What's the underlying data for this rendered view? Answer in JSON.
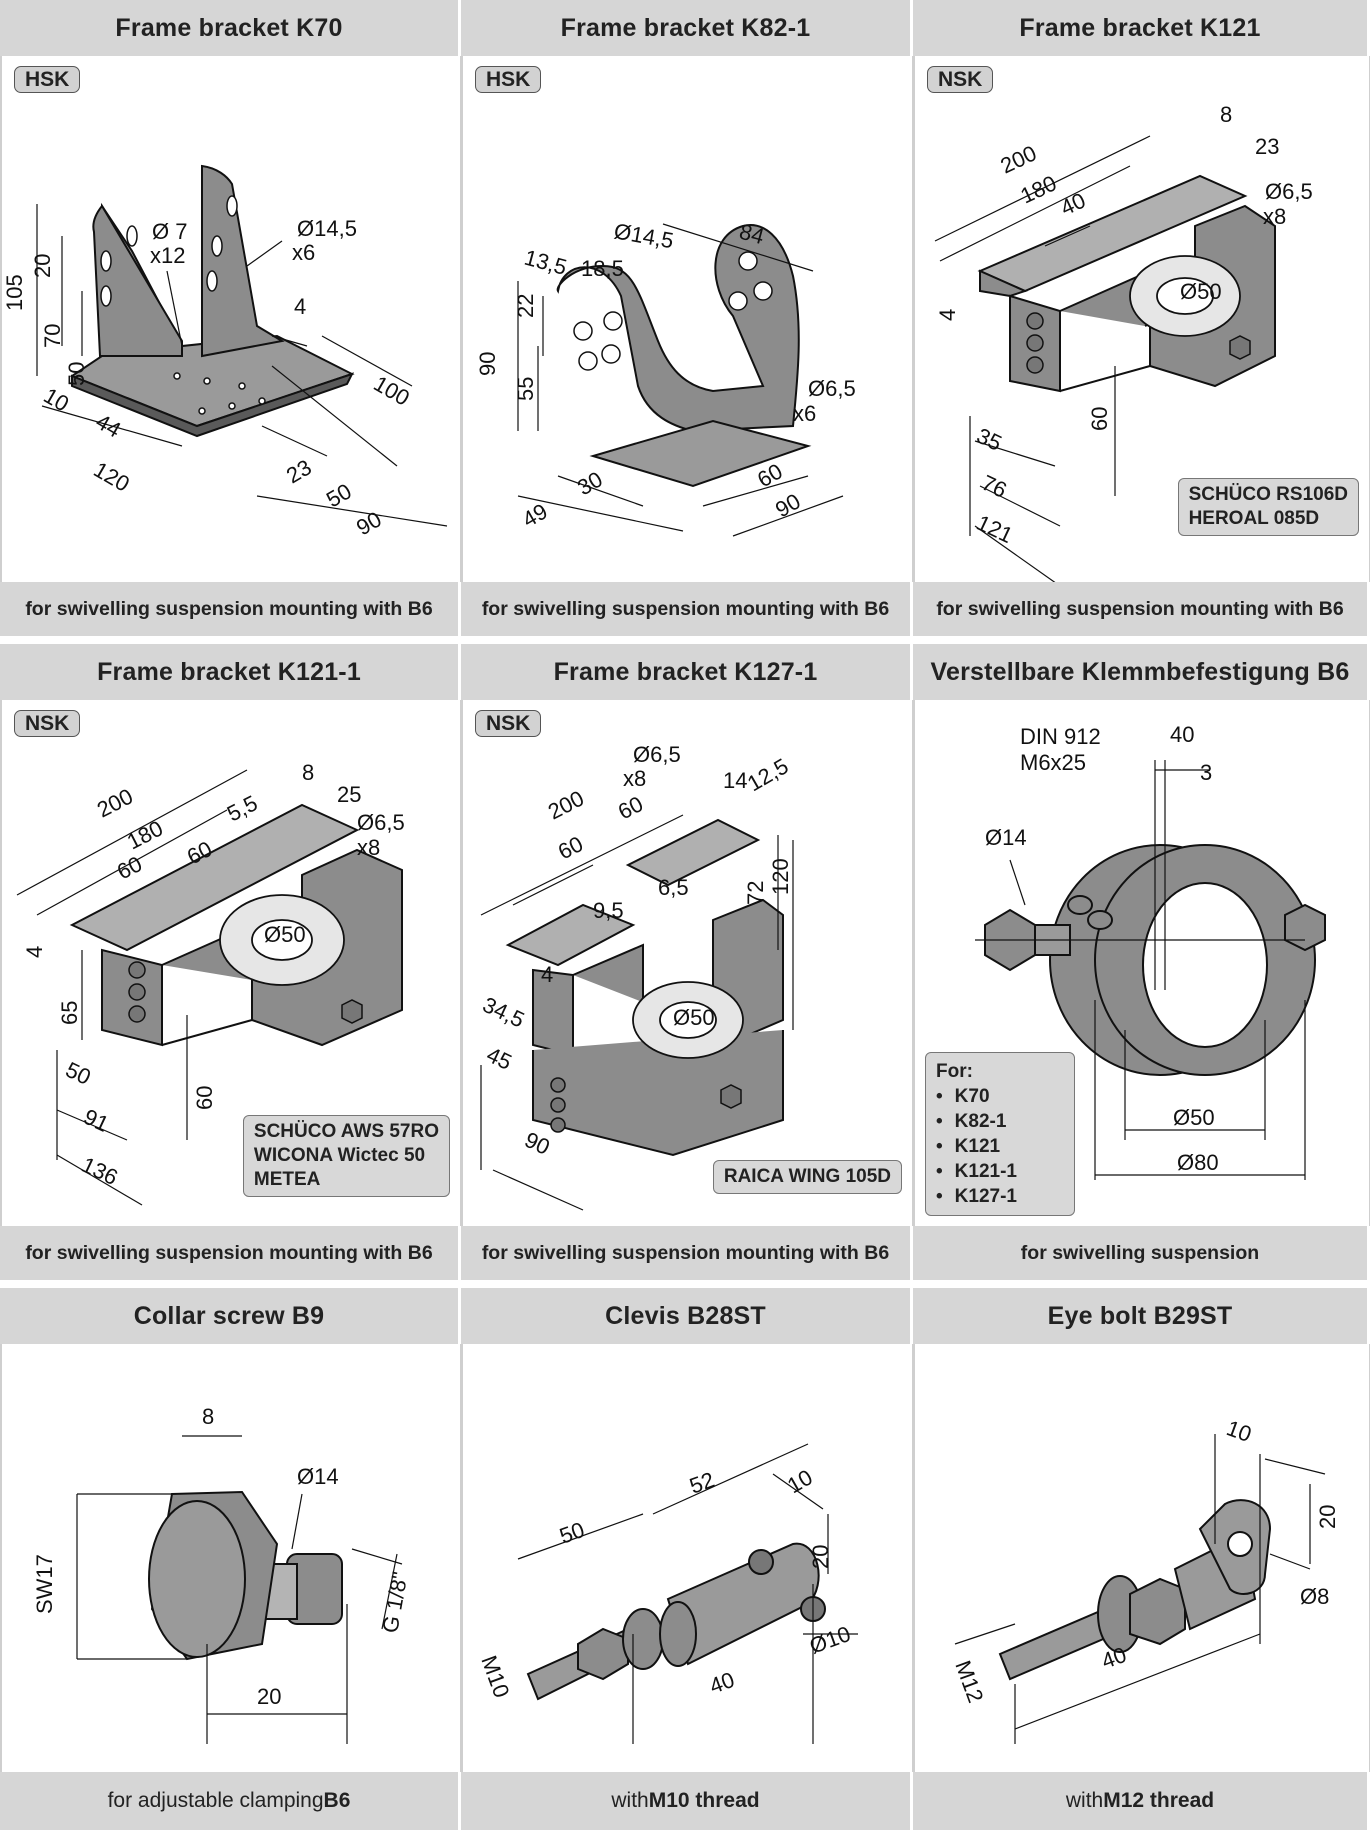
{
  "row1": {
    "headers": [
      "Frame bracket K70",
      "Frame bracket K82-1",
      "Frame bracket K121"
    ],
    "badges": [
      "HSK",
      "HSK",
      "NSK"
    ],
    "notes": {
      "k121": [
        "SCHÜCO RS106D",
        "HEROAL 085D"
      ]
    },
    "footers": [
      "for swivelling suspension mounting with B6",
      "for swivelling suspension mounting with B6",
      "for swivelling suspension mounting with B6"
    ],
    "dims": {
      "k70": [
        "105",
        "20",
        "70",
        "50",
        "Ø 7",
        "x12",
        "Ø14,5",
        "x6",
        "4",
        "100",
        "10",
        "44",
        "120",
        "23",
        "50",
        "90"
      ],
      "k82": [
        "13,5",
        "18,5",
        "Ø14,5",
        "84",
        "90",
        "22",
        "55",
        "Ø6,5",
        "x6",
        "30",
        "49",
        "60",
        "90"
      ],
      "k121": [
        "200",
        "180",
        "8",
        "23",
        "40",
        "Ø6,5",
        "x8",
        "4",
        "Ø50",
        "35",
        "60",
        "76",
        "121"
      ]
    }
  },
  "row2": {
    "headers": [
      "Frame bracket K121-1",
      "Frame bracket K127-1",
      "Verstellbare Klemmbefestigung B6"
    ],
    "badges": [
      "NSK",
      "NSK"
    ],
    "notes": {
      "k121_1": [
        "SCHÜCO AWS 57RO",
        "WICONA Wictec 50",
        "METEA"
      ],
      "k127_1": [
        "RAICA WING 105D"
      ]
    },
    "for_box": {
      "title": "For:",
      "items": [
        "K70",
        "K82-1",
        "K121",
        "K121-1",
        "K127-1"
      ]
    },
    "footers": [
      "for swivelling suspension mounting with B6",
      "for swivelling suspension mounting with B6",
      "for swivelling suspension"
    ],
    "dims": {
      "k121_1": [
        "200",
        "180",
        "8",
        "25",
        "5,5",
        "60",
        "60",
        "Ø6,5",
        "x8",
        "4",
        "Ø50",
        "65",
        "50",
        "60",
        "91",
        "136"
      ],
      "k127_1": [
        "Ø6,5",
        "x8",
        "200",
        "60",
        "60",
        "14",
        "12,5",
        "72",
        "120",
        "6,5",
        "9,5",
        "4",
        "34,5",
        "Ø50",
        "45",
        "90"
      ],
      "b6": [
        "DIN 912",
        "M6x25",
        "40",
        "3",
        "Ø14",
        "Ø50",
        "Ø80"
      ]
    }
  },
  "row3": {
    "headers": [
      "Collar screw B9",
      "Clevis B28ST",
      "Eye bolt B29ST"
    ],
    "footers": [
      {
        "pre": "for adjustable clamping ",
        "bold": "B6"
      },
      {
        "pre": "with ",
        "bold": "M10 thread"
      },
      {
        "pre": "with ",
        "bold": "M12 thread"
      }
    ],
    "dims": {
      "b9": [
        "8",
        "Ø14",
        "SW17",
        "G 1/8\"",
        "20"
      ],
      "b28": [
        "52",
        "50",
        "10",
        "20",
        "Ø10",
        "40",
        "M10"
      ],
      "b29": [
        "10",
        "20",
        "Ø8",
        "M12",
        "40"
      ]
    }
  },
  "colors": {
    "header_bg": "#d6d6d6",
    "metal": "#8c8c8c",
    "metal_light": "#b4b4b4",
    "line": "#111111"
  }
}
